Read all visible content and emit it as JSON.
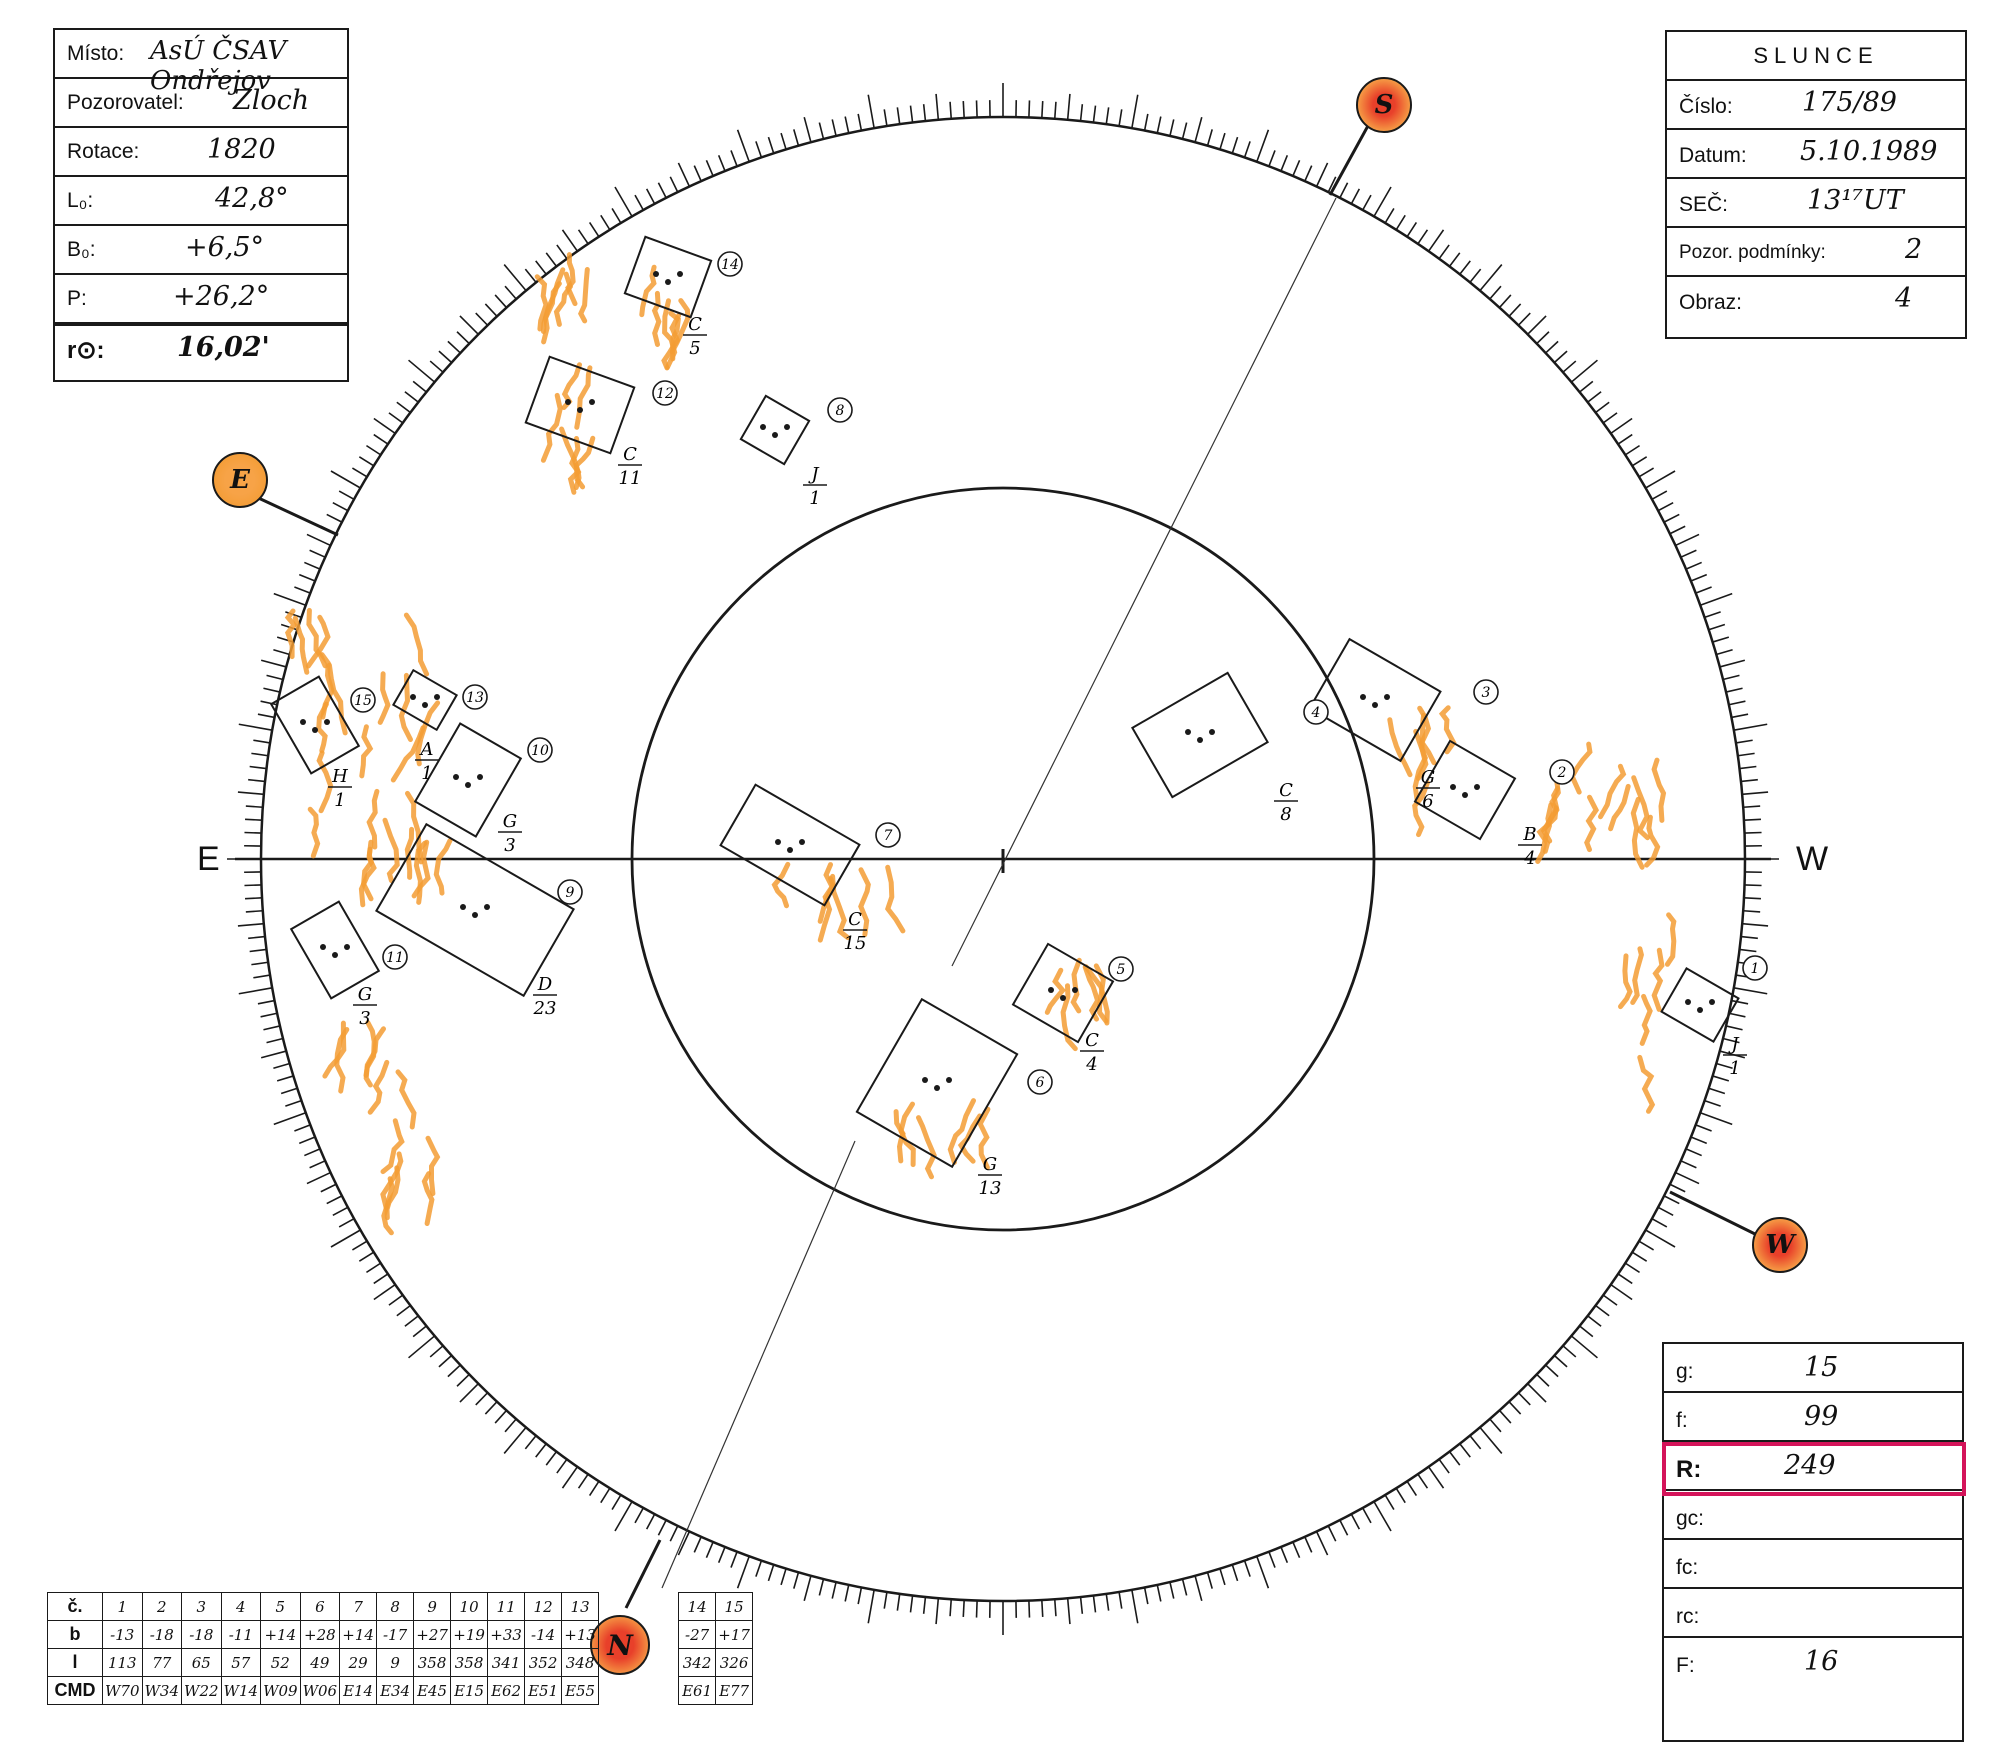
{
  "info": {
    "misto_label": "Místo:",
    "misto_value": "AsÚ ČSAV Ondřejov",
    "pozorovatel_label": "Pozorovatel:",
    "pozorovatel_value": "Zloch",
    "rotace_label": "Rotace:",
    "rotace_value": "1820",
    "l0_label": "L₀:",
    "l0_value": "42,8°",
    "b0_label": "B₀:",
    "b0_value": "+6,5°",
    "p_label": "P:",
    "p_value": "+26,2°",
    "r_label": "r⊙:",
    "r_value": "16,02'"
  },
  "sun_header": {
    "title": "SLUNCE",
    "cislo_label": "Číslo:",
    "cislo_value": "175/89",
    "datum_label": "Datum:",
    "datum_value": "5.10.1989",
    "sec_label": "SEČ:",
    "sec_value": "13¹⁷UT",
    "pozor_label": "Pozor. podmínky:",
    "pozor_value": "2",
    "obraz_label": "Obraz:",
    "obraz_value": "4"
  },
  "counts": {
    "g_label": "g:",
    "g_value": "15",
    "f_label": "f:",
    "f_value": "99",
    "r_label": "R:",
    "r_value": "249",
    "gc_label": "gc:",
    "gc_value": "",
    "fc_label": "fc:",
    "fc_value": "",
    "rc_label": "rc:",
    "rc_value": "",
    "ff_label": "F:",
    "ff_value": "16"
  },
  "compass": {
    "north_top": "S",
    "east": "E",
    "west": "W",
    "south_bottom": "N",
    "e_marker": "E",
    "w_marker": "W"
  },
  "colors": {
    "facula": "#f39c34",
    "marker_fill": "#f7a347",
    "marker_core": "#e8402a",
    "highlight": "#d4145a"
  },
  "groups": [
    {
      "num": "1",
      "cls": "J",
      "count": "1"
    },
    {
      "num": "2",
      "cls": "B",
      "count": "4"
    },
    {
      "num": "3",
      "cls": "G",
      "count": "6"
    },
    {
      "num": "4",
      "cls": "C",
      "count": "8"
    },
    {
      "num": "5",
      "cls": "C",
      "count": "4"
    },
    {
      "num": "6",
      "cls": "G",
      "count": "13"
    },
    {
      "num": "7",
      "cls": "C",
      "count": "15"
    },
    {
      "num": "8",
      "cls": "J",
      "count": "1"
    },
    {
      "num": "9",
      "cls": "D",
      "count": "23"
    },
    {
      "num": "10",
      "cls": "G",
      "count": "3"
    },
    {
      "num": "11",
      "cls": "G",
      "count": "3"
    },
    {
      "num": "12",
      "cls": "C",
      "count": "11"
    },
    {
      "num": "13",
      "cls": "A",
      "count": "1"
    },
    {
      "num": "14",
      "cls": "C",
      "count": "5"
    },
    {
      "num": "15",
      "cls": "H",
      "count": "1"
    }
  ],
  "table": {
    "headers": [
      "č.",
      "b",
      "l",
      "CMD"
    ],
    "cols": [
      "1",
      "2",
      "3",
      "4",
      "5",
      "6",
      "7",
      "8",
      "9",
      "10",
      "11",
      "12",
      "13",
      "14",
      "15"
    ],
    "b": [
      "-13",
      "-18",
      "-18",
      "-11",
      "+14",
      "+28",
      "+14",
      "-17",
      "+27",
      "+19",
      "+33",
      "-14",
      "+13",
      "-27",
      "+17"
    ],
    "l": [
      "113",
      "77",
      "65",
      "57",
      "52",
      "49",
      "29",
      "9",
      "358",
      "358",
      "341",
      "352",
      "348",
      "342",
      "326"
    ],
    "cmd": [
      "W70",
      "W34",
      "W22",
      "W14",
      "W09",
      "W06",
      "E14",
      "E34",
      "E45",
      "E15",
      "E62",
      "E51",
      "E55",
      "E61",
      "E77"
    ]
  }
}
